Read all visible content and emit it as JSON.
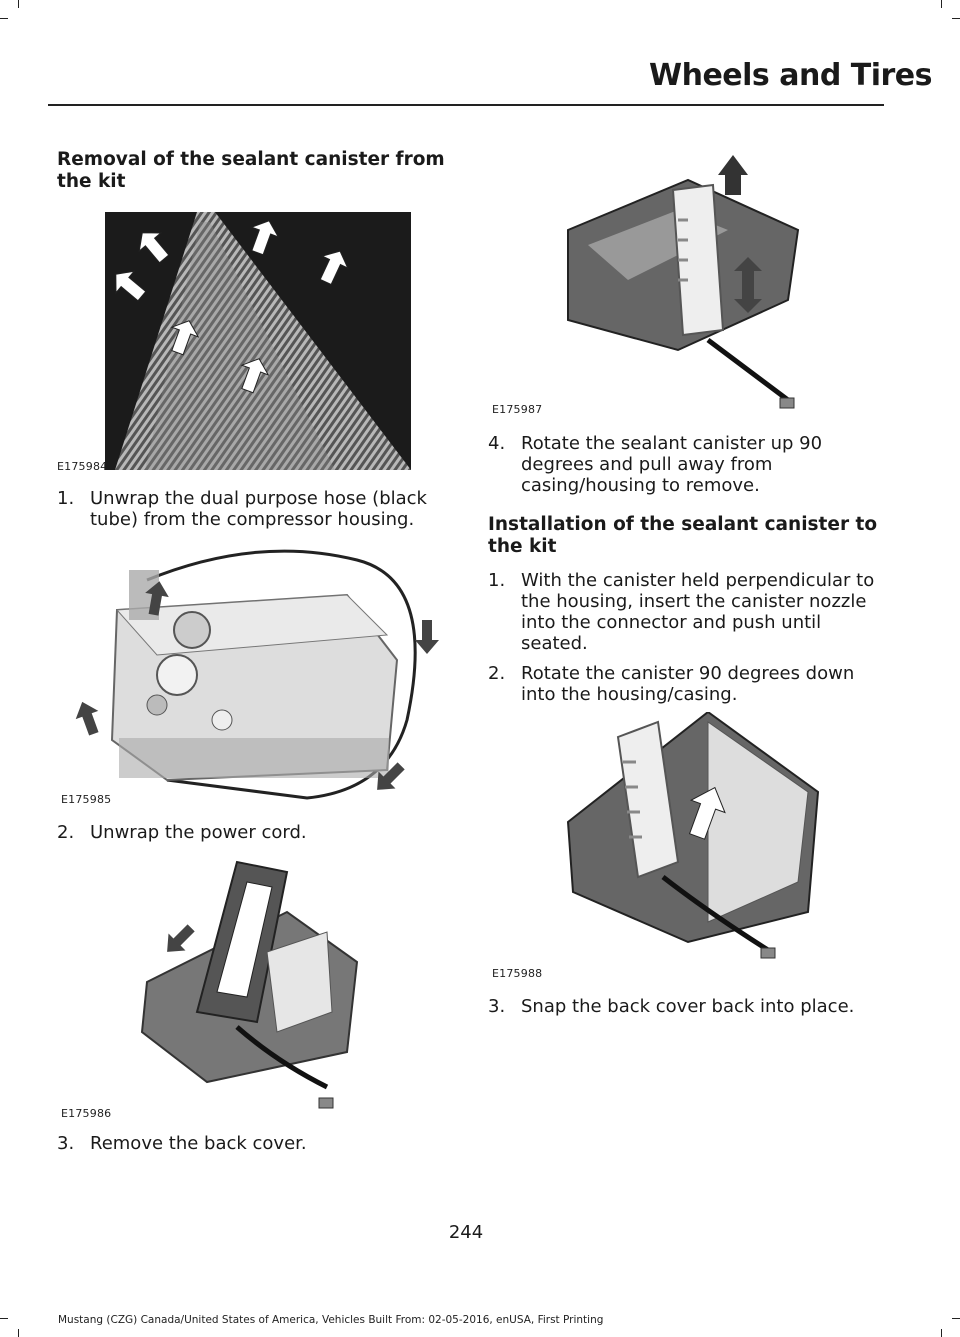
{
  "header": {
    "title": "Wheels and Tires"
  },
  "left": {
    "heading": "Removal of the sealant canister from the kit",
    "figures": [
      {
        "code": "E175984",
        "icon": "compressor-kit-top-illustration"
      },
      {
        "code": "E175985",
        "icon": "compressor-hose-unwrap-illustration"
      },
      {
        "code": "E175986",
        "icon": "power-cord-unwrap-illustration"
      }
    ],
    "steps": [
      {
        "num": "1.",
        "text": "Unwrap the dual purpose hose (black tube) from the compressor housing."
      },
      {
        "num": "2.",
        "text": "Unwrap the power cord."
      },
      {
        "num": "3.",
        "text": "Remove the back cover."
      }
    ]
  },
  "right": {
    "figures": [
      {
        "code": "E175987",
        "icon": "canister-rotate-up-illustration"
      },
      {
        "code": "E175988",
        "icon": "canister-insert-illustration"
      }
    ],
    "removal_step": {
      "num": "4.",
      "text": "Rotate the sealant canister up 90 degrees and pull away from casing/housing to remove."
    },
    "heading": "Installation of the sealant canister to the kit",
    "steps": [
      {
        "num": "1.",
        "text": "With the canister held perpendicular to the housing, insert the canister nozzle into the connector and push until seated."
      },
      {
        "num": "2.",
        "text": "Rotate the canister 90 degrees down into the housing/casing."
      },
      {
        "num": "3.",
        "text": "Snap the back cover back into place."
      }
    ]
  },
  "page_number": "244",
  "footer": "Mustang (CZG) Canada/United States of America, Vehicles Built From: 02-05-2016, enUSA, First Printing",
  "colors": {
    "text": "#1a1a1a",
    "figure_dark": "#1b1b1b",
    "arrow_fill": "#ffffff"
  }
}
